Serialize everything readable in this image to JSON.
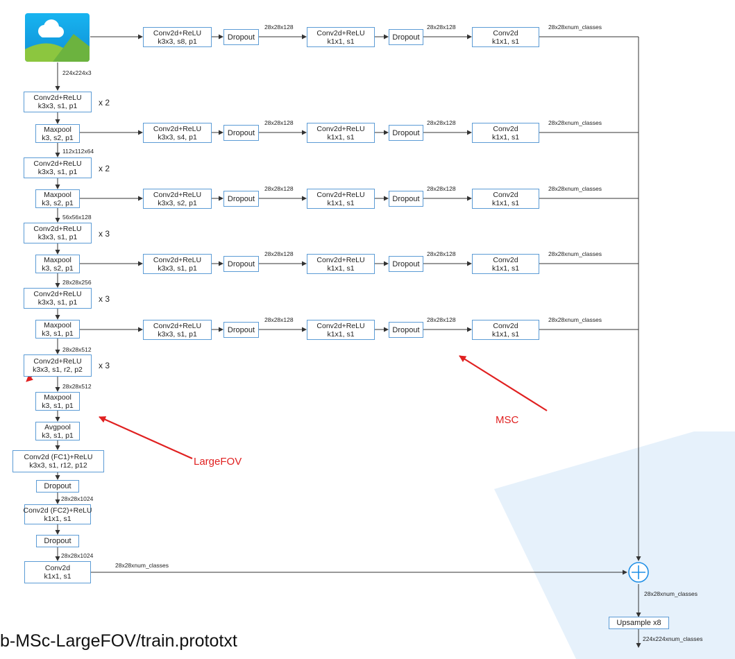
{
  "input_icon": "image-icon",
  "sum_icon": "plus-circle-icon",
  "caption": "b-MSc-LargeFOV/train.prototxt",
  "annotations": {
    "largefov": "LargeFOV",
    "msc": "MSC"
  },
  "backbone": [
    {
      "id": "b1",
      "lines": [
        "Conv2d+ReLU",
        "k3x3, s1, p1"
      ],
      "repeat": "x 2"
    },
    {
      "id": "b2",
      "lines": [
        "Maxpool",
        "k3, s2, p1"
      ]
    },
    {
      "id": "b3",
      "lines": [
        "Conv2d+ReLU",
        "k3x3, s1, p1"
      ],
      "repeat": "x 2"
    },
    {
      "id": "b4",
      "lines": [
        "Maxpool",
        "k3, s2, p1"
      ]
    },
    {
      "id": "b5",
      "lines": [
        "Conv2d+ReLU",
        "k3x3, s1, p1"
      ],
      "repeat": "x 3"
    },
    {
      "id": "b6",
      "lines": [
        "Maxpool",
        "k3, s2, p1"
      ]
    },
    {
      "id": "b7",
      "lines": [
        "Conv2d+ReLU",
        "k3x3, s1, p1"
      ],
      "repeat": "x 3"
    },
    {
      "id": "b8",
      "lines": [
        "Maxpool",
        "k3, s1, p1"
      ]
    },
    {
      "id": "b9",
      "lines": [
        "Conv2d+ReLU",
        "k3x3, s1, r2, p2"
      ],
      "repeat": "x 3"
    },
    {
      "id": "b10",
      "lines": [
        "Maxpool",
        "k3, s1, p1"
      ]
    },
    {
      "id": "b11",
      "lines": [
        "Avgpool",
        "k3, s1, p1"
      ]
    },
    {
      "id": "b12",
      "lines": [
        "Conv2d (FC1)+ReLU",
        "k3x3, s1, r12, p12"
      ]
    },
    {
      "id": "b13",
      "lines": [
        "Dropout"
      ]
    },
    {
      "id": "b14",
      "lines": [
        "Conv2d (FC2)+ReLU",
        "k1x1, s1"
      ]
    },
    {
      "id": "b15",
      "lines": [
        "Dropout"
      ]
    },
    {
      "id": "b16",
      "lines": [
        "Conv2d",
        "k1x1, s1"
      ]
    }
  ],
  "backbone_edges": [
    "224x224x3",
    "112x112x64",
    "56x56x128",
    "28x28x256",
    "28x28x512",
    "28x28x512",
    "28x28x1024",
    "28x28x1024"
  ],
  "final_edge": "28x28xnum_classes",
  "branches": [
    {
      "conv1": [
        "Conv2d+ReLU",
        "k3x3, s8, p1"
      ],
      "dropout": "Dropout",
      "edge1": "28x28x128",
      "conv2": [
        "Conv2d+ReLU",
        "k1x1, s1"
      ],
      "edge2": "28x28x128",
      "conv3": [
        "Conv2d",
        "k1x1, s1"
      ],
      "out": "28x28xnum_classes"
    },
    {
      "conv1": [
        "Conv2d+ReLU",
        "k3x3, s4, p1"
      ],
      "dropout": "Dropout",
      "edge1": "28x28x128",
      "conv2": [
        "Conv2d+ReLU",
        "k1x1, s1"
      ],
      "edge2": "28x28x128",
      "conv3": [
        "Conv2d",
        "k1x1, s1"
      ],
      "out": "28x28xnum_classes"
    },
    {
      "conv1": [
        "Conv2d+ReLU",
        "k3x3, s2, p1"
      ],
      "dropout": "Dropout",
      "edge1": "28x28x128",
      "conv2": [
        "Conv2d+ReLU",
        "k1x1, s1"
      ],
      "edge2": "28x28x128",
      "conv3": [
        "Conv2d",
        "k1x1, s1"
      ],
      "out": "28x28xnum_classes"
    },
    {
      "conv1": [
        "Conv2d+ReLU",
        "k3x3, s1, p1"
      ],
      "dropout": "Dropout",
      "edge1": "28x28x128",
      "conv2": [
        "Conv2d+ReLU",
        "k1x1, s1"
      ],
      "edge2": "28x28x128",
      "conv3": [
        "Conv2d",
        "k1x1, s1"
      ],
      "out": "28x28xnum_classes"
    },
    {
      "conv1": [
        "Conv2d+ReLU",
        "k3x3, s1, p1"
      ],
      "dropout": "Dropout",
      "edge1": "28x28x128",
      "conv2": [
        "Conv2d+ReLU",
        "k1x1, s1"
      ],
      "edge2": "28x28x128",
      "conv3": [
        "Conv2d",
        "k1x1, s1"
      ],
      "out": "28x28xnum_classes"
    }
  ],
  "sum_out_edge": "28x28xnum_classes",
  "upsample": "Upsample x8",
  "final_out": "224x224xnum_classes"
}
